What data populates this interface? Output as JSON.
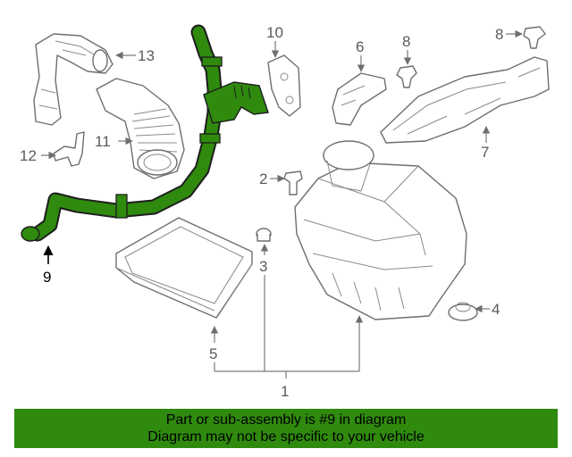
{
  "diagram": {
    "highlight_color": "#2f8a0e",
    "callouts": {
      "c1": "1",
      "c2": "2",
      "c3": "3",
      "c4": "4",
      "c5": "5",
      "c6": "6",
      "c7": "7",
      "c8": "8",
      "c9": "9",
      "c10": "10",
      "c11": "11",
      "c12": "12",
      "c13": "13"
    }
  },
  "footer": {
    "line1": "Part or sub-assembly is #9 in diagram",
    "line2": "Diagram may not be specific to your vehicle",
    "background": "#2f8a0e"
  }
}
